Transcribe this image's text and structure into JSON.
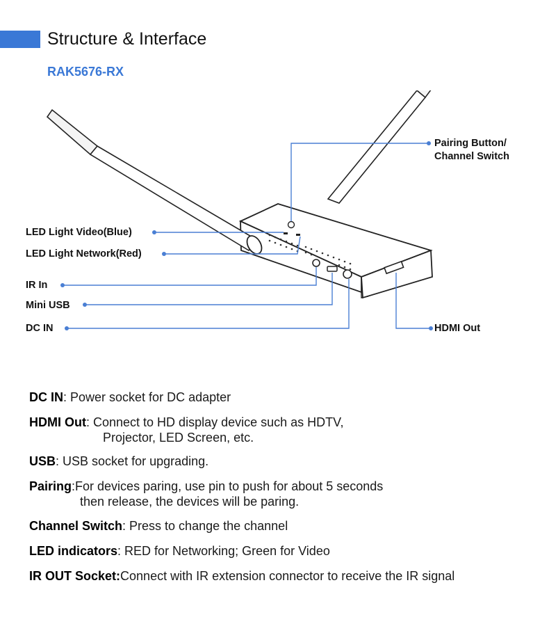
{
  "header": {
    "title": "Structure & Interface",
    "model": "RAK5676-RX",
    "accent_color": "#3a78d6"
  },
  "callouts": {
    "pairing_line1": "Pairing Button/",
    "pairing_line2": "Channel Switch",
    "led_video": "LED Light Video(Blue)",
    "led_network": "LED Light Network(Red)",
    "ir_in": "IR In",
    "mini_usb": "Mini USB",
    "dc_in": "DC IN",
    "hdmi_out": "HDMI Out"
  },
  "descriptions": [
    {
      "term": "DC IN",
      "sep": ": ",
      "text": "Power socket for DC adapter",
      "cont": ""
    },
    {
      "term": "HDMI Out",
      "sep": ": ",
      "text": "Connect to HD display device such as HDTV,",
      "cont": "Projector, LED Screen, etc."
    },
    {
      "term": "USB",
      "sep": ": ",
      "text": "USB socket for upgrading.",
      "cont": ""
    },
    {
      "term": "Pairing",
      "sep": ":",
      "text": "For devices paring, use pin to push for about 5 seconds",
      "cont": "then release, the devices will be paring."
    },
    {
      "term": "Channel Switch",
      "sep": ": ",
      "text": "Press to change the channel",
      "cont": ""
    },
    {
      "term": "LED indicators",
      "sep": ": ",
      "text": "RED for Networking; Green for Video",
      "cont": ""
    },
    {
      "term": "IR OUT Socket:",
      "sep": "",
      "text": "Connect with IR extension connector to receive the IR signal",
      "cont": ""
    }
  ]
}
